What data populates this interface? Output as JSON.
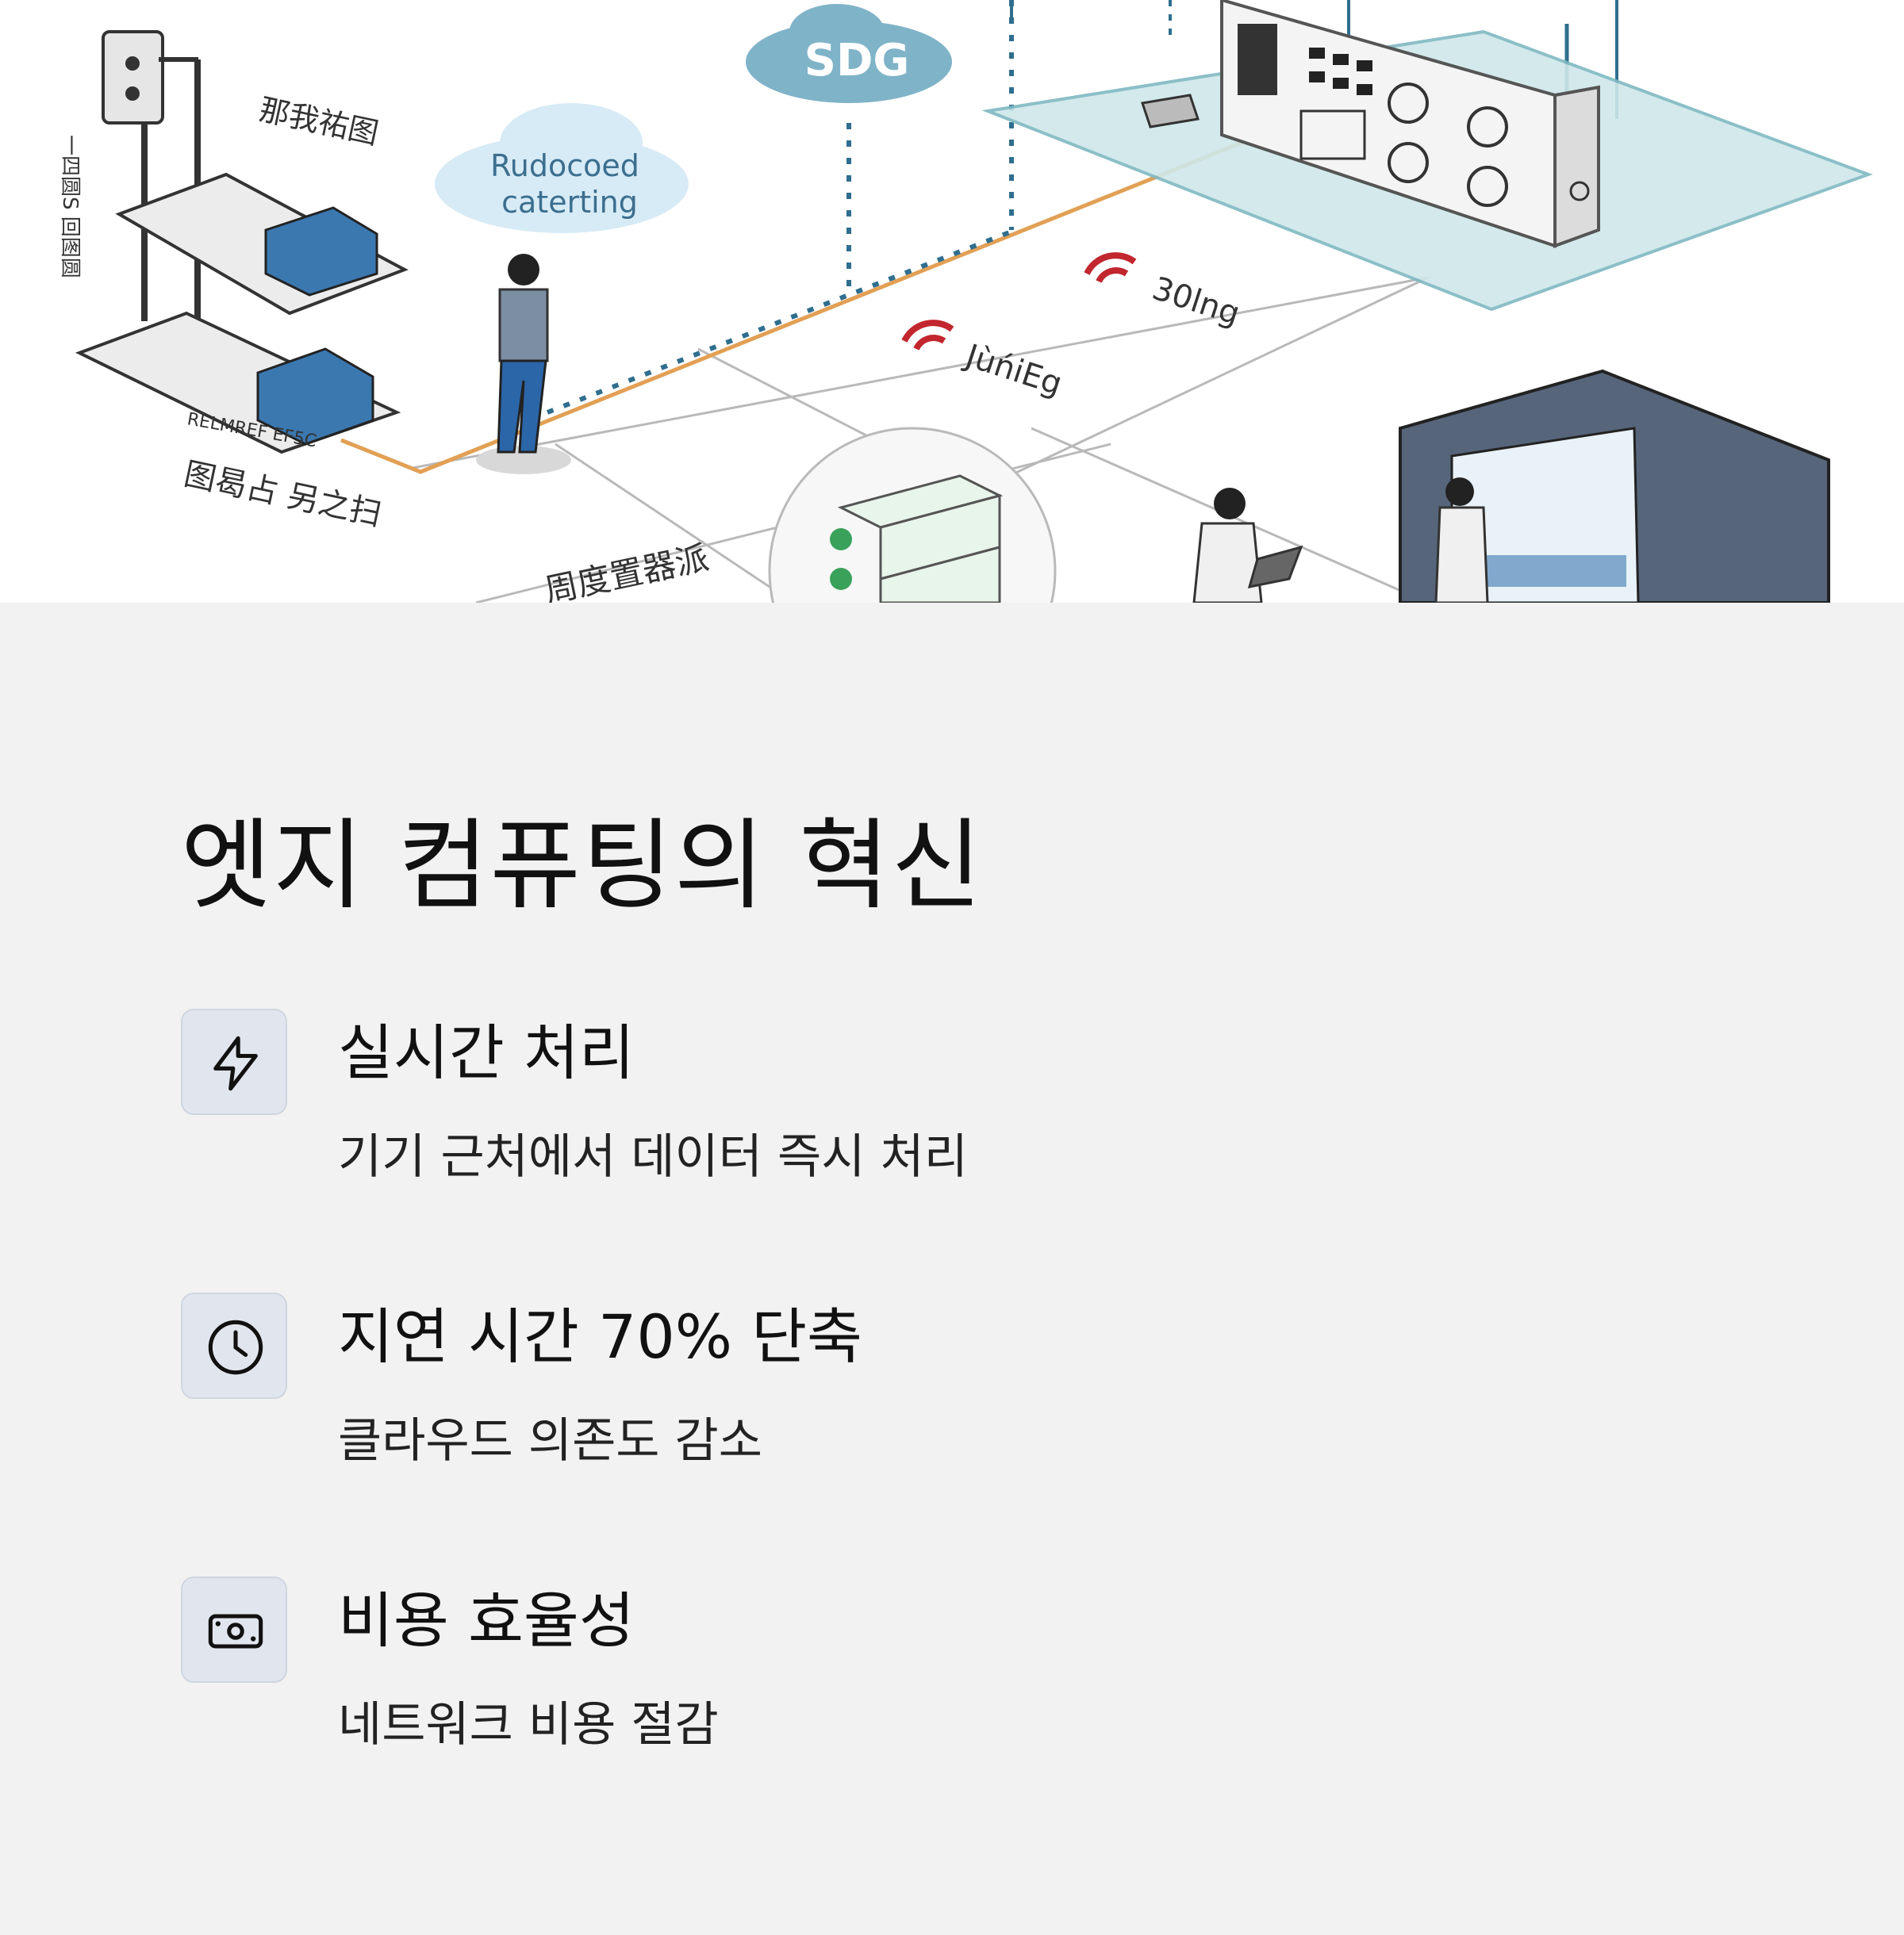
{
  "hero": {
    "labels": {
      "sdg": "SDG",
      "cloud_line1": "Rudocoed",
      "cloud_line2": "caterting",
      "wifi1": "30lng",
      "wifi2": "JùńiEg",
      "scribble1": "那我祐图",
      "scribble2": "图曷占  另之扫",
      "scribble3": "RELMREF EF5C",
      "scribble4": "周度置器派",
      "vertical": "一四圆S 回图圆"
    },
    "colors": {
      "cloud": "#7fb3c8",
      "cloud_light": "#d7ebf6",
      "wire_orange": "#e2a055",
      "dot_blue": "#2f6e8e",
      "platform": "#cfe7ea",
      "rack": "#56657a",
      "wifi_red": "#c2262e",
      "building": "#3b78b0"
    }
  },
  "section": {
    "title": "엣지 컴퓨팅의 혁신",
    "features": [
      {
        "icon": "lightning-icon",
        "title": "실시간 처리",
        "desc": "기기 근처에서 데이터 즉시 처리"
      },
      {
        "icon": "clock-icon",
        "title": "지연 시간 70% 단축",
        "desc": "클라우드 의존도 감소"
      },
      {
        "icon": "banknote-icon",
        "title": "비용 효율성",
        "desc": "네트워크 비용 절감"
      }
    ],
    "colors": {
      "icon_bg": "#e1e6ee",
      "background": "#f2f2f2"
    }
  }
}
